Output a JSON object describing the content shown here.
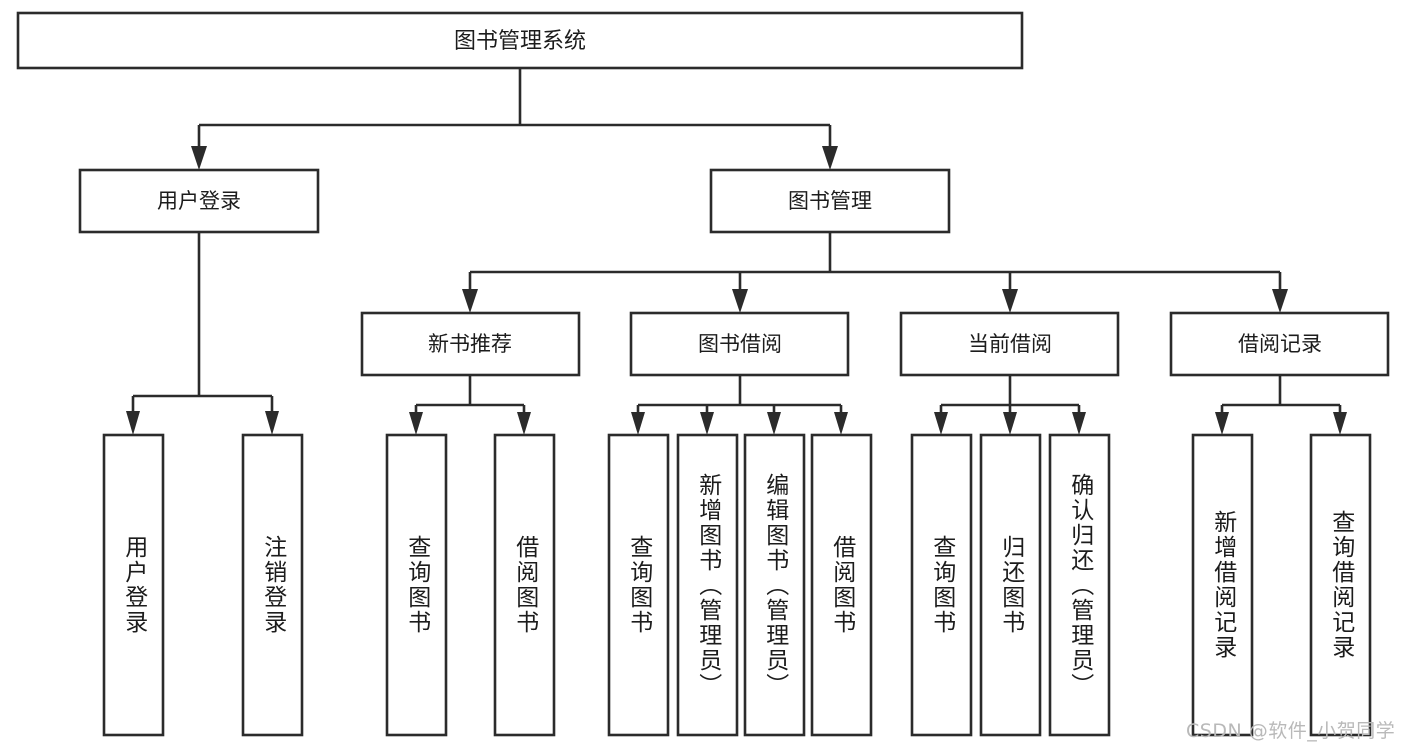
{
  "diagram": {
    "type": "tree-hierarchy",
    "title": "图书管理系统",
    "orientation": "top-down",
    "colors": {
      "box_stroke": "#2b2b2b",
      "box_fill": "#ffffff",
      "connector": "#2b2b2b",
      "text": "#1c1c1c",
      "background": "#ffffff",
      "watermark": "#b9b9b9"
    },
    "root": {
      "label": "图书管理系统"
    },
    "level2": [
      {
        "label": "用户登录"
      },
      {
        "label": "图书管理"
      }
    ],
    "level3": [
      {
        "label": "新书推荐"
      },
      {
        "label": "图书借阅"
      },
      {
        "label": "当前借阅"
      },
      {
        "label": "借阅记录"
      }
    ],
    "leaves": {
      "user_login": [
        {
          "label": "用户登录"
        },
        {
          "label": "注销登录"
        }
      ],
      "new_book_recommend": [
        {
          "label": "查询图书"
        },
        {
          "label": "借阅图书"
        }
      ],
      "book_borrow": [
        {
          "label": "查询图书"
        },
        {
          "label": "新增图书（管理员）"
        },
        {
          "label": "编辑图书（管理员）"
        },
        {
          "label": "借阅图书"
        }
      ],
      "current_borrow": [
        {
          "label": "查询图书"
        },
        {
          "label": "归还图书"
        },
        {
          "label": "确认归还（管理员）"
        }
      ],
      "borrow_record": [
        {
          "label": "新增借阅记录"
        },
        {
          "label": "查询借阅记录"
        }
      ]
    }
  },
  "watermark": {
    "text": "CSDN @软件_小贺同学"
  }
}
